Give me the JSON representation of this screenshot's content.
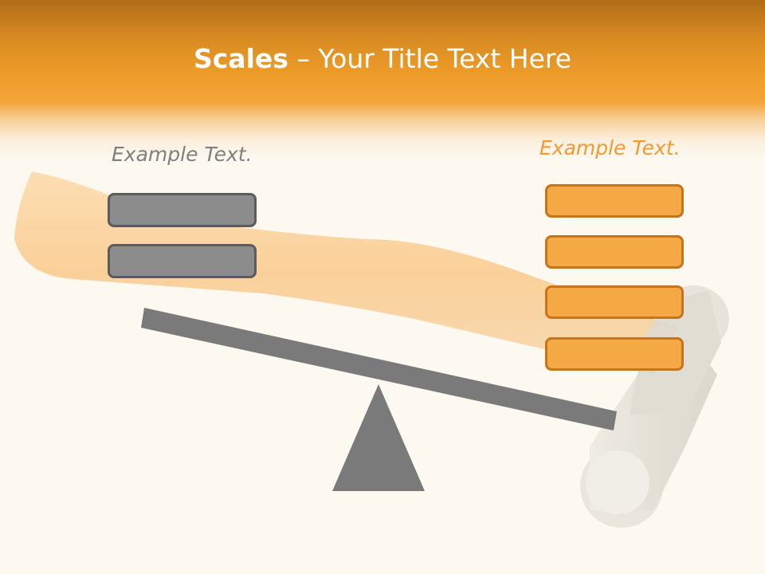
{
  "title": {
    "bold": "Scales",
    "rest": " – Your Title Text Here"
  },
  "left_side": {
    "caption": "Example Text.",
    "box_count": 2
  },
  "right_side": {
    "caption": "Example Text.",
    "box_count": 4
  },
  "colors": {
    "header": "#ef9d2a",
    "background": "#fdf9f1",
    "left_caption": "#7f7f7f",
    "right_caption": "#ef9b35",
    "gray_box": "#8c8c8c",
    "orange_box": "#f5a944",
    "beam": "#7a7a7a"
  },
  "illustration": "hammer"
}
